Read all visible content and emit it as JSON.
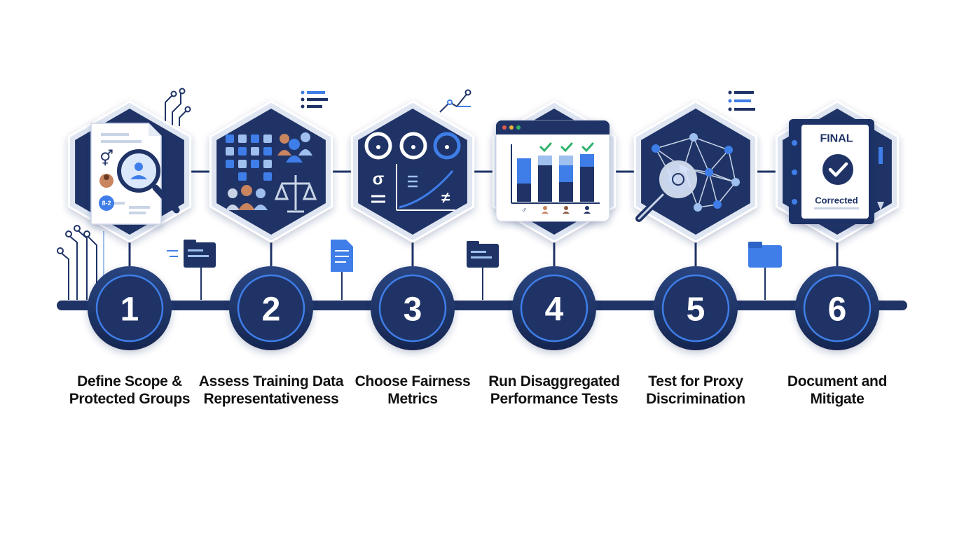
{
  "colors": {
    "navy": "#1f3366",
    "navy_dark": "#162650",
    "accent_blue": "#3f7ee8",
    "light_blue": "#9fbfee",
    "rim": "#dfe6f2",
    "check_green": "#2eb26a"
  },
  "steps": [
    {
      "number": "1",
      "label_line1": "Define Scope &",
      "label_line2": "Protected Groups",
      "icon": "document-magnifier-icon"
    },
    {
      "number": "2",
      "label_line1": "Assess Training Data",
      "label_line2": "Representativeness",
      "icon": "people-scale-icon"
    },
    {
      "number": "3",
      "label_line1": "Choose Fairness",
      "label_line2": "Metrics",
      "icon": "gauges-formula-icon"
    },
    {
      "number": "4",
      "label_line1": "Run Disaggregated",
      "label_line2": "Performance Tests",
      "icon": "bar-chart-window-icon"
    },
    {
      "number": "5",
      "label_line1": "Test for Proxy",
      "label_line2": "Discrimination",
      "icon": "network-magnifier-icon"
    },
    {
      "number": "6",
      "label_line1": "Document and",
      "label_line2": "Mitigate",
      "icon": "final-report-icon"
    }
  ],
  "report": {
    "title": "FINAL",
    "stamp": "Corrected"
  }
}
